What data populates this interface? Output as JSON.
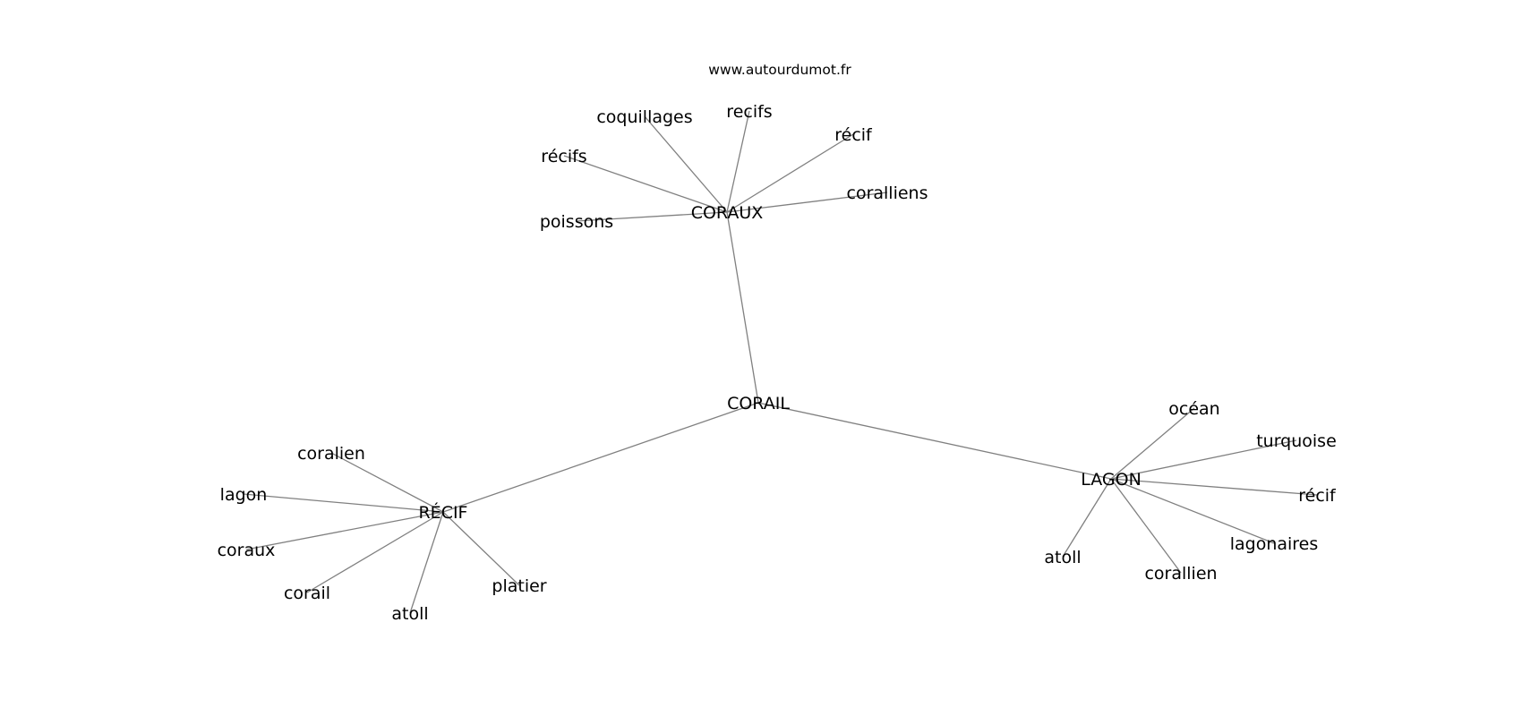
{
  "watermark": "www.autourdumot.fr",
  "root": "CORAIL",
  "clusters": [
    {
      "label": "CORAUX",
      "leaves": [
        "coquillages",
        "recifs",
        "récif",
        "récifs",
        "coralliens",
        "poissons"
      ]
    },
    {
      "label": "RÉCIF",
      "leaves": [
        "coralien",
        "lagon",
        "coraux",
        "corail",
        "atoll",
        "platier"
      ]
    },
    {
      "label": "LAGON",
      "leaves": [
        "océan",
        "turquoise",
        "récif",
        "lagonaires",
        "corallien",
        "atoll"
      ]
    }
  ]
}
